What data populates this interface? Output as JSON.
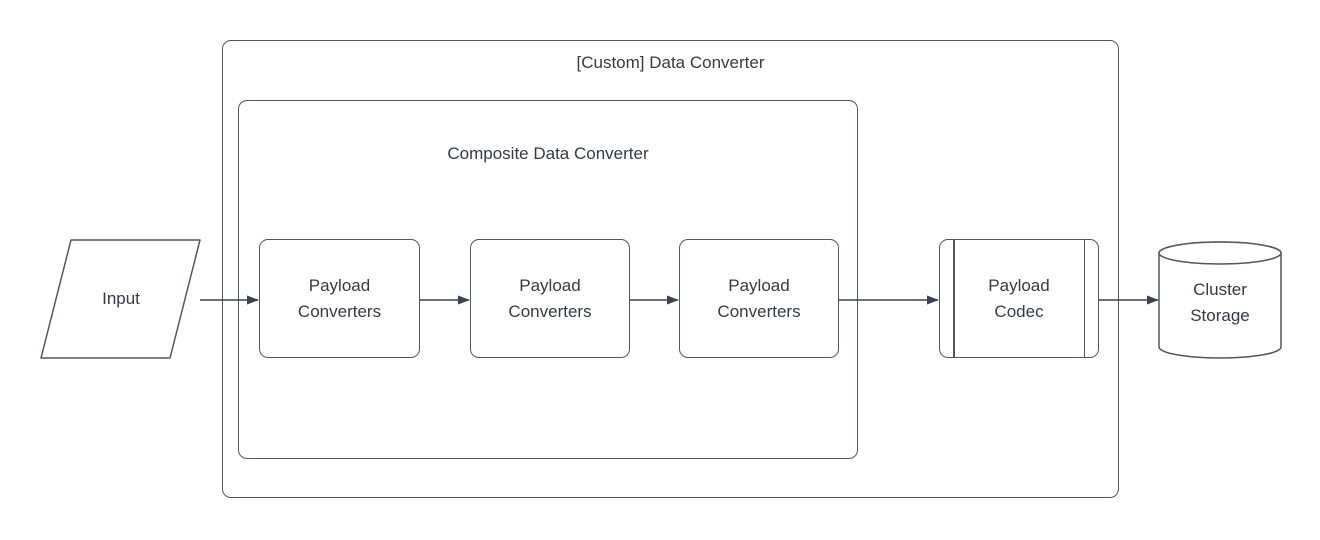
{
  "diagram": {
    "title": "[Custom] Data Converter",
    "composite_title": "Composite Data Converter",
    "nodes": [
      {
        "id": "input",
        "label": "Input",
        "shape": "parallelogram"
      },
      {
        "id": "payload-converters-1",
        "label": "Payload\nConverters",
        "shape": "rounded-rectangle"
      },
      {
        "id": "payload-converters-2",
        "label": "Payload\nConverters",
        "shape": "rounded-rectangle"
      },
      {
        "id": "payload-converters-3",
        "label": "Payload\nConverters",
        "shape": "rounded-rectangle"
      },
      {
        "id": "payload-codec",
        "label": "Payload\nCodec",
        "shape": "predefined-process"
      },
      {
        "id": "cluster-storage",
        "label": "Cluster\nStorage",
        "shape": "cylinder"
      }
    ],
    "edges": [
      {
        "from": "input",
        "to": "payload-converters-1"
      },
      {
        "from": "payload-converters-1",
        "to": "payload-converters-2"
      },
      {
        "from": "payload-converters-2",
        "to": "payload-converters-3"
      },
      {
        "from": "payload-converters-3",
        "to": "payload-codec"
      },
      {
        "from": "payload-codec",
        "to": "cluster-storage"
      }
    ],
    "colors": {
      "background": "#ffffff",
      "border": "#4e5865",
      "arrow": "#3b4350",
      "text": "#333b47"
    }
  }
}
